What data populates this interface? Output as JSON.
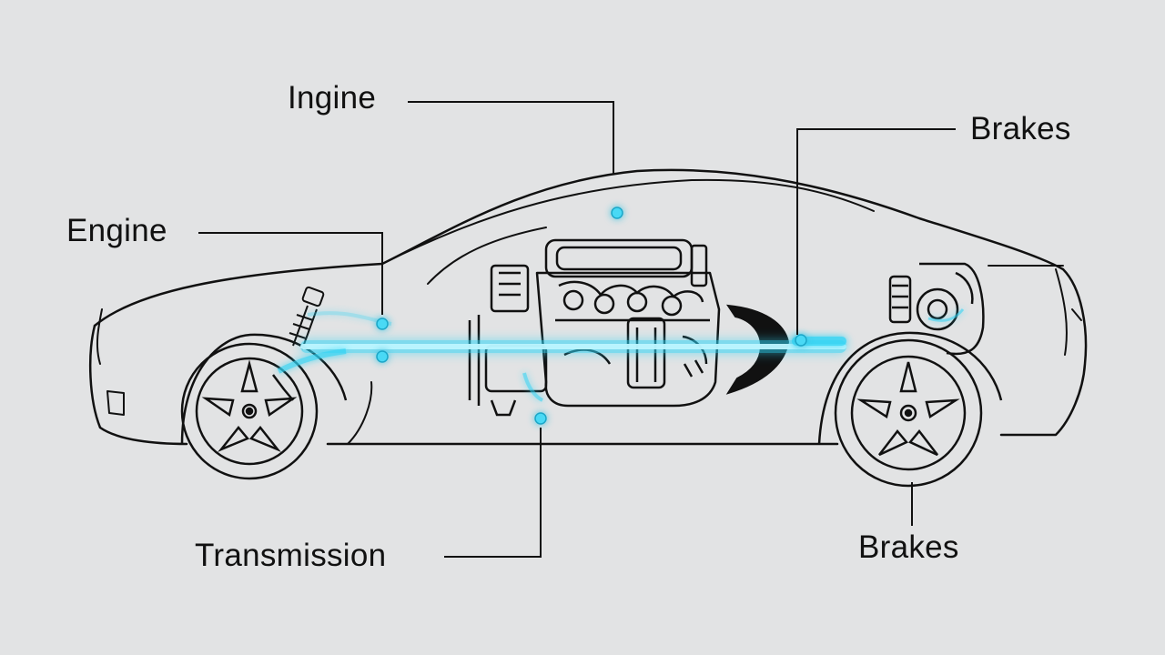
{
  "labels": {
    "ingine": "Ingine",
    "engine": "Engine",
    "brakes_top": "Brakes",
    "transmission": "Transmission",
    "brakes_bottom": "Brakes"
  },
  "colors": {
    "background": "#e2e3e4",
    "outline": "#111111",
    "glow": "#2fd4f5",
    "glow_core": "#d8fbff"
  }
}
